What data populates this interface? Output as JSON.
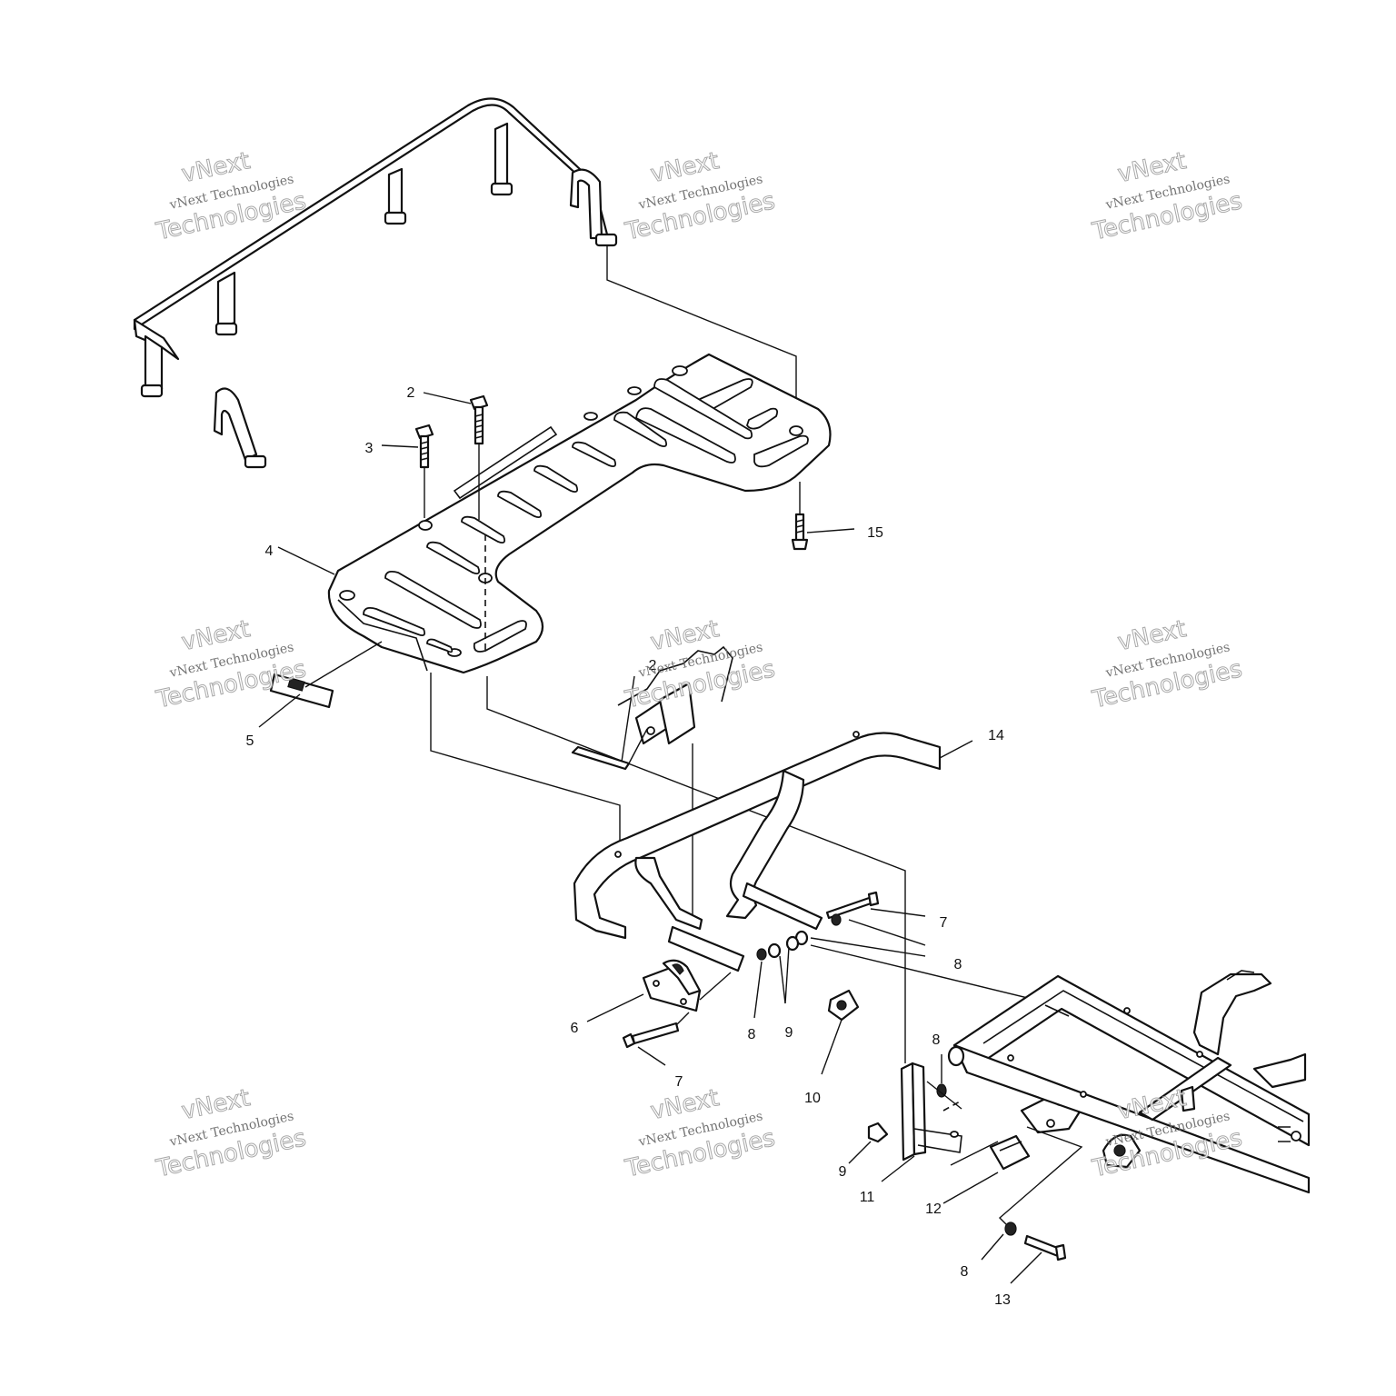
{
  "callouts": [
    {
      "label": "2"
    },
    {
      "label": "3"
    },
    {
      "label": "4"
    },
    {
      "label": "15"
    },
    {
      "label": "5"
    },
    {
      "label": "2"
    },
    {
      "label": "14"
    },
    {
      "label": "7"
    },
    {
      "label": "8"
    },
    {
      "label": "6"
    },
    {
      "label": "8"
    },
    {
      "label": "9"
    },
    {
      "label": "7"
    },
    {
      "label": "10"
    },
    {
      "label": "8"
    },
    {
      "label": "9"
    },
    {
      "label": "11"
    },
    {
      "label": "12"
    },
    {
      "label": "8"
    },
    {
      "label": "13"
    }
  ],
  "watermark": {
    "line1": "vNext",
    "line2": "vNext Technologies",
    "line3": "Technologies"
  }
}
